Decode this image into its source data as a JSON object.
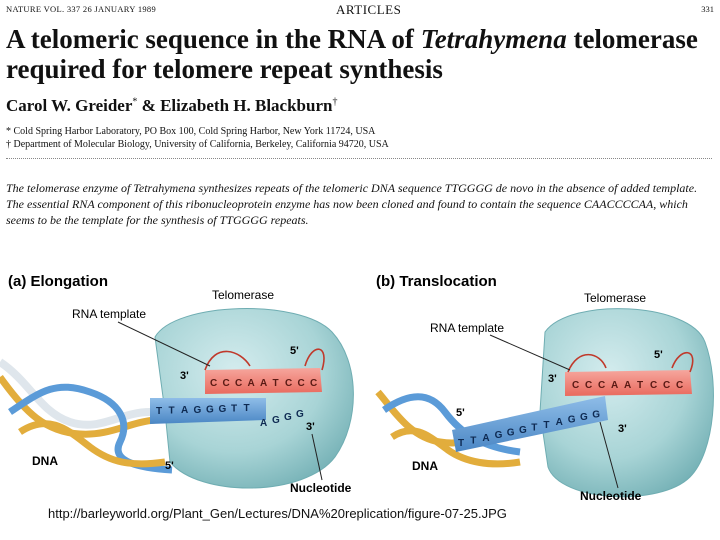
{
  "journal": {
    "left": "NATURE VOL. 337 26 JANUARY 1989",
    "section": "ARTICLES",
    "page": "331"
  },
  "title": {
    "part1": "A telomeric sequence in the RNA of ",
    "italic": "Tetrahymena",
    "part2": " telomerase required for telomere repeat synthesis"
  },
  "authors": {
    "author1": "Carol W. Greider",
    "mark1": "*",
    "separator": " & ",
    "author2": "Elizabeth H. Blackburn",
    "mark2": "†"
  },
  "affiliations": [
    "* Cold Spring Harbor Laboratory, PO Box 100, Cold Spring Harbor, New York 11724, USA",
    "† Department of Molecular Biology, University of California, Berkeley, California 94720, USA"
  ],
  "abstract": "The telomerase enzyme of Tetrahymena synthesizes repeats of the telomeric DNA sequence TTGGGG de novo in the absence of added template. The essential RNA component of this ribonucleoprotein enzyme has now been cloned and found to contain the sequence CAACCCCAA, which seems to be the template for the synthesis of TTGGGG repeats.",
  "figure": {
    "panel_a": {
      "title": "(a) Elongation",
      "telomerase": "Telomerase",
      "rna_template": "RNA template",
      "prime3_rna": "3'",
      "prime5_rna": "5'",
      "rna_letters": [
        "C",
        "C",
        "C",
        "A",
        "A",
        "T",
        "C",
        "C",
        "C"
      ],
      "dna_letters": [
        "T",
        "T",
        "A",
        "G",
        "G",
        "G",
        "T",
        "T"
      ],
      "nucleotide_letters": [
        "A",
        "G",
        "G",
        "G"
      ],
      "prime3_dna": "3'",
      "prime5_dna": "5'",
      "dna": "DNA",
      "nucleotide": "Nucleotide"
    },
    "panel_b": {
      "title": "(b) Translocation",
      "telomerase": "Telomerase",
      "rna_template": "RNA template",
      "prime3_rna": "3'",
      "prime5_rna": "5'",
      "rna_letters": [
        "C",
        "C",
        "C",
        "A",
        "A",
        "T",
        "C",
        "C",
        "C"
      ],
      "dna_letters": [
        "T",
        "T",
        "A",
        "G",
        "G",
        "G",
        "T",
        "T",
        "A",
        "G",
        "G",
        "G"
      ],
      "prime5_dna": "5'",
      "prime3_dna": "3'",
      "dna": "DNA",
      "nucleotide": "Nucleotide"
    }
  },
  "source_url": "http://barleyworld.org/Plant_Gen/Lectures/DNA%20replication/figure-07-25.JPG",
  "colors": {
    "enzyme": "#a8d4d6",
    "enzyme_dark": "#7ab8bc",
    "rna": "#f0857a",
    "dna_blue": "#5b9bd8",
    "dna_gold": "#e2ad3c"
  }
}
